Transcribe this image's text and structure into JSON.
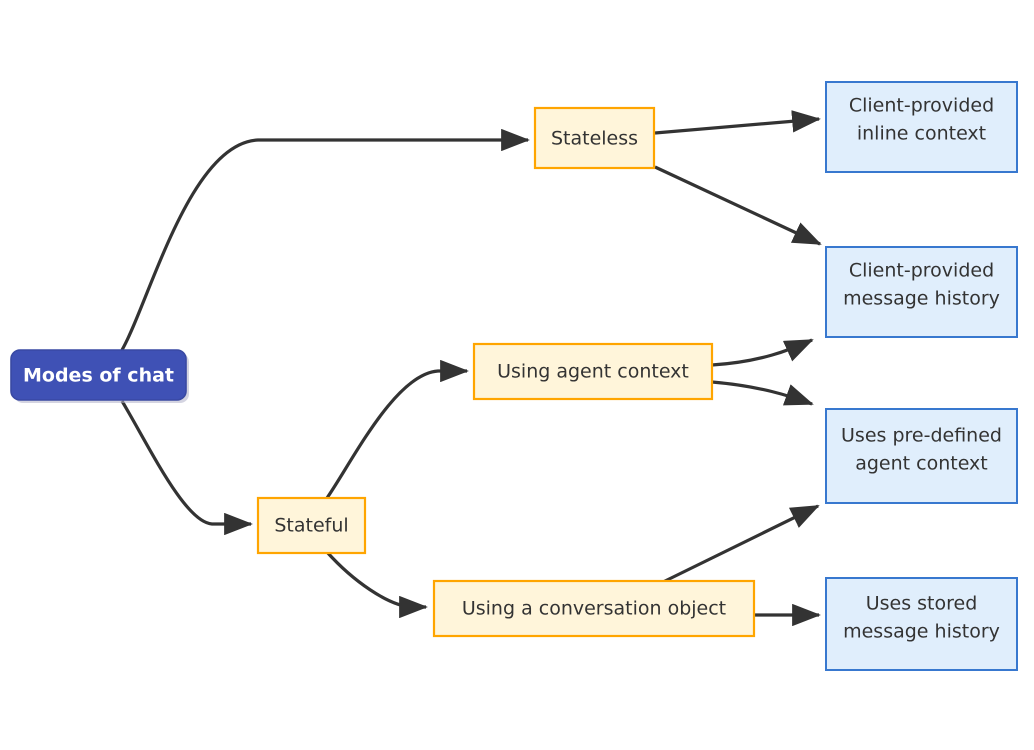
{
  "diagram": {
    "type": "flowchart",
    "direction": "left-to-right",
    "title": "Modes of chat",
    "colors": {
      "root_fill": "#3f51b5",
      "root_text": "#ffffff",
      "mid_fill": "#fff5da",
      "mid_border": "#ffa500",
      "leaf_fill": "#e0eefc",
      "leaf_border": "#3878cf",
      "edge": "#333333",
      "text": "#333333",
      "background": "#ffffff"
    },
    "nodes": [
      {
        "id": "root",
        "label": "Modes of chat",
        "kind": "root",
        "lines": [
          "Modes of chat"
        ]
      },
      {
        "id": "stateless",
        "label": "Stateless",
        "kind": "mid",
        "lines": [
          "Stateless"
        ]
      },
      {
        "id": "stateful",
        "label": "Stateful",
        "kind": "mid",
        "lines": [
          "Stateful"
        ]
      },
      {
        "id": "agentctx",
        "label": "Using agent context",
        "kind": "mid",
        "lines": [
          "Using agent context"
        ]
      },
      {
        "id": "convobj",
        "label": "Using a conversation object",
        "kind": "mid",
        "lines": [
          "Using a conversation object"
        ]
      },
      {
        "id": "inline",
        "label": "Client-provided inline context",
        "kind": "leaf",
        "lines": [
          "Client-provided",
          "inline context"
        ]
      },
      {
        "id": "msghistory",
        "label": "Client-provided message history",
        "kind": "leaf",
        "lines": [
          "Client-provided",
          "message history"
        ]
      },
      {
        "id": "predefined",
        "label": "Uses pre-defined agent context",
        "kind": "leaf",
        "lines": [
          "Uses pre-defined",
          "agent context"
        ]
      },
      {
        "id": "storedmsg",
        "label": "Uses stored message history",
        "kind": "leaf",
        "lines": [
          "Uses stored",
          "message history"
        ]
      }
    ],
    "edges": [
      {
        "from": "root",
        "to": "stateless"
      },
      {
        "from": "root",
        "to": "stateful"
      },
      {
        "from": "stateless",
        "to": "inline"
      },
      {
        "from": "stateless",
        "to": "msghistory"
      },
      {
        "from": "stateful",
        "to": "agentctx"
      },
      {
        "from": "stateful",
        "to": "convobj"
      },
      {
        "from": "agentctx",
        "to": "msghistory"
      },
      {
        "from": "agentctx",
        "to": "predefined"
      },
      {
        "from": "convobj",
        "to": "predefined"
      },
      {
        "from": "convobj",
        "to": "storedmsg"
      }
    ]
  }
}
